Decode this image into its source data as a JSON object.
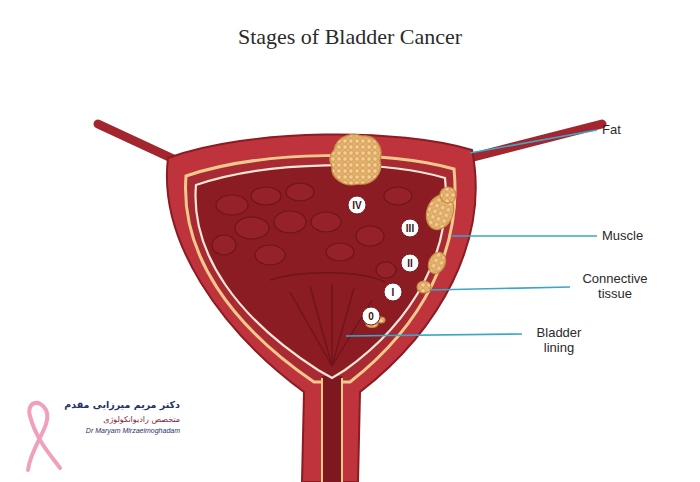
{
  "diagram": {
    "title": "Stages of Bladder Cancer",
    "nodes": [
      {
        "text": [
          "IV"
        ]
      },
      {
        "text": [
          "III"
        ]
      },
      {
        "text": [
          "II"
        ]
      },
      {
        "text": [
          "I"
        ]
      },
      {
        "text": [
          "0"
        ]
      }
    ],
    "labels": [
      "Fat",
      "Muscle",
      "Connective tissue",
      "Bladder lining",
      "دکتر مریم میرزایی مقدم",
      "متخصص رادیوانکولوژی",
      "Dr Maryam Mirzaeimoghadam"
    ]
  }
}
